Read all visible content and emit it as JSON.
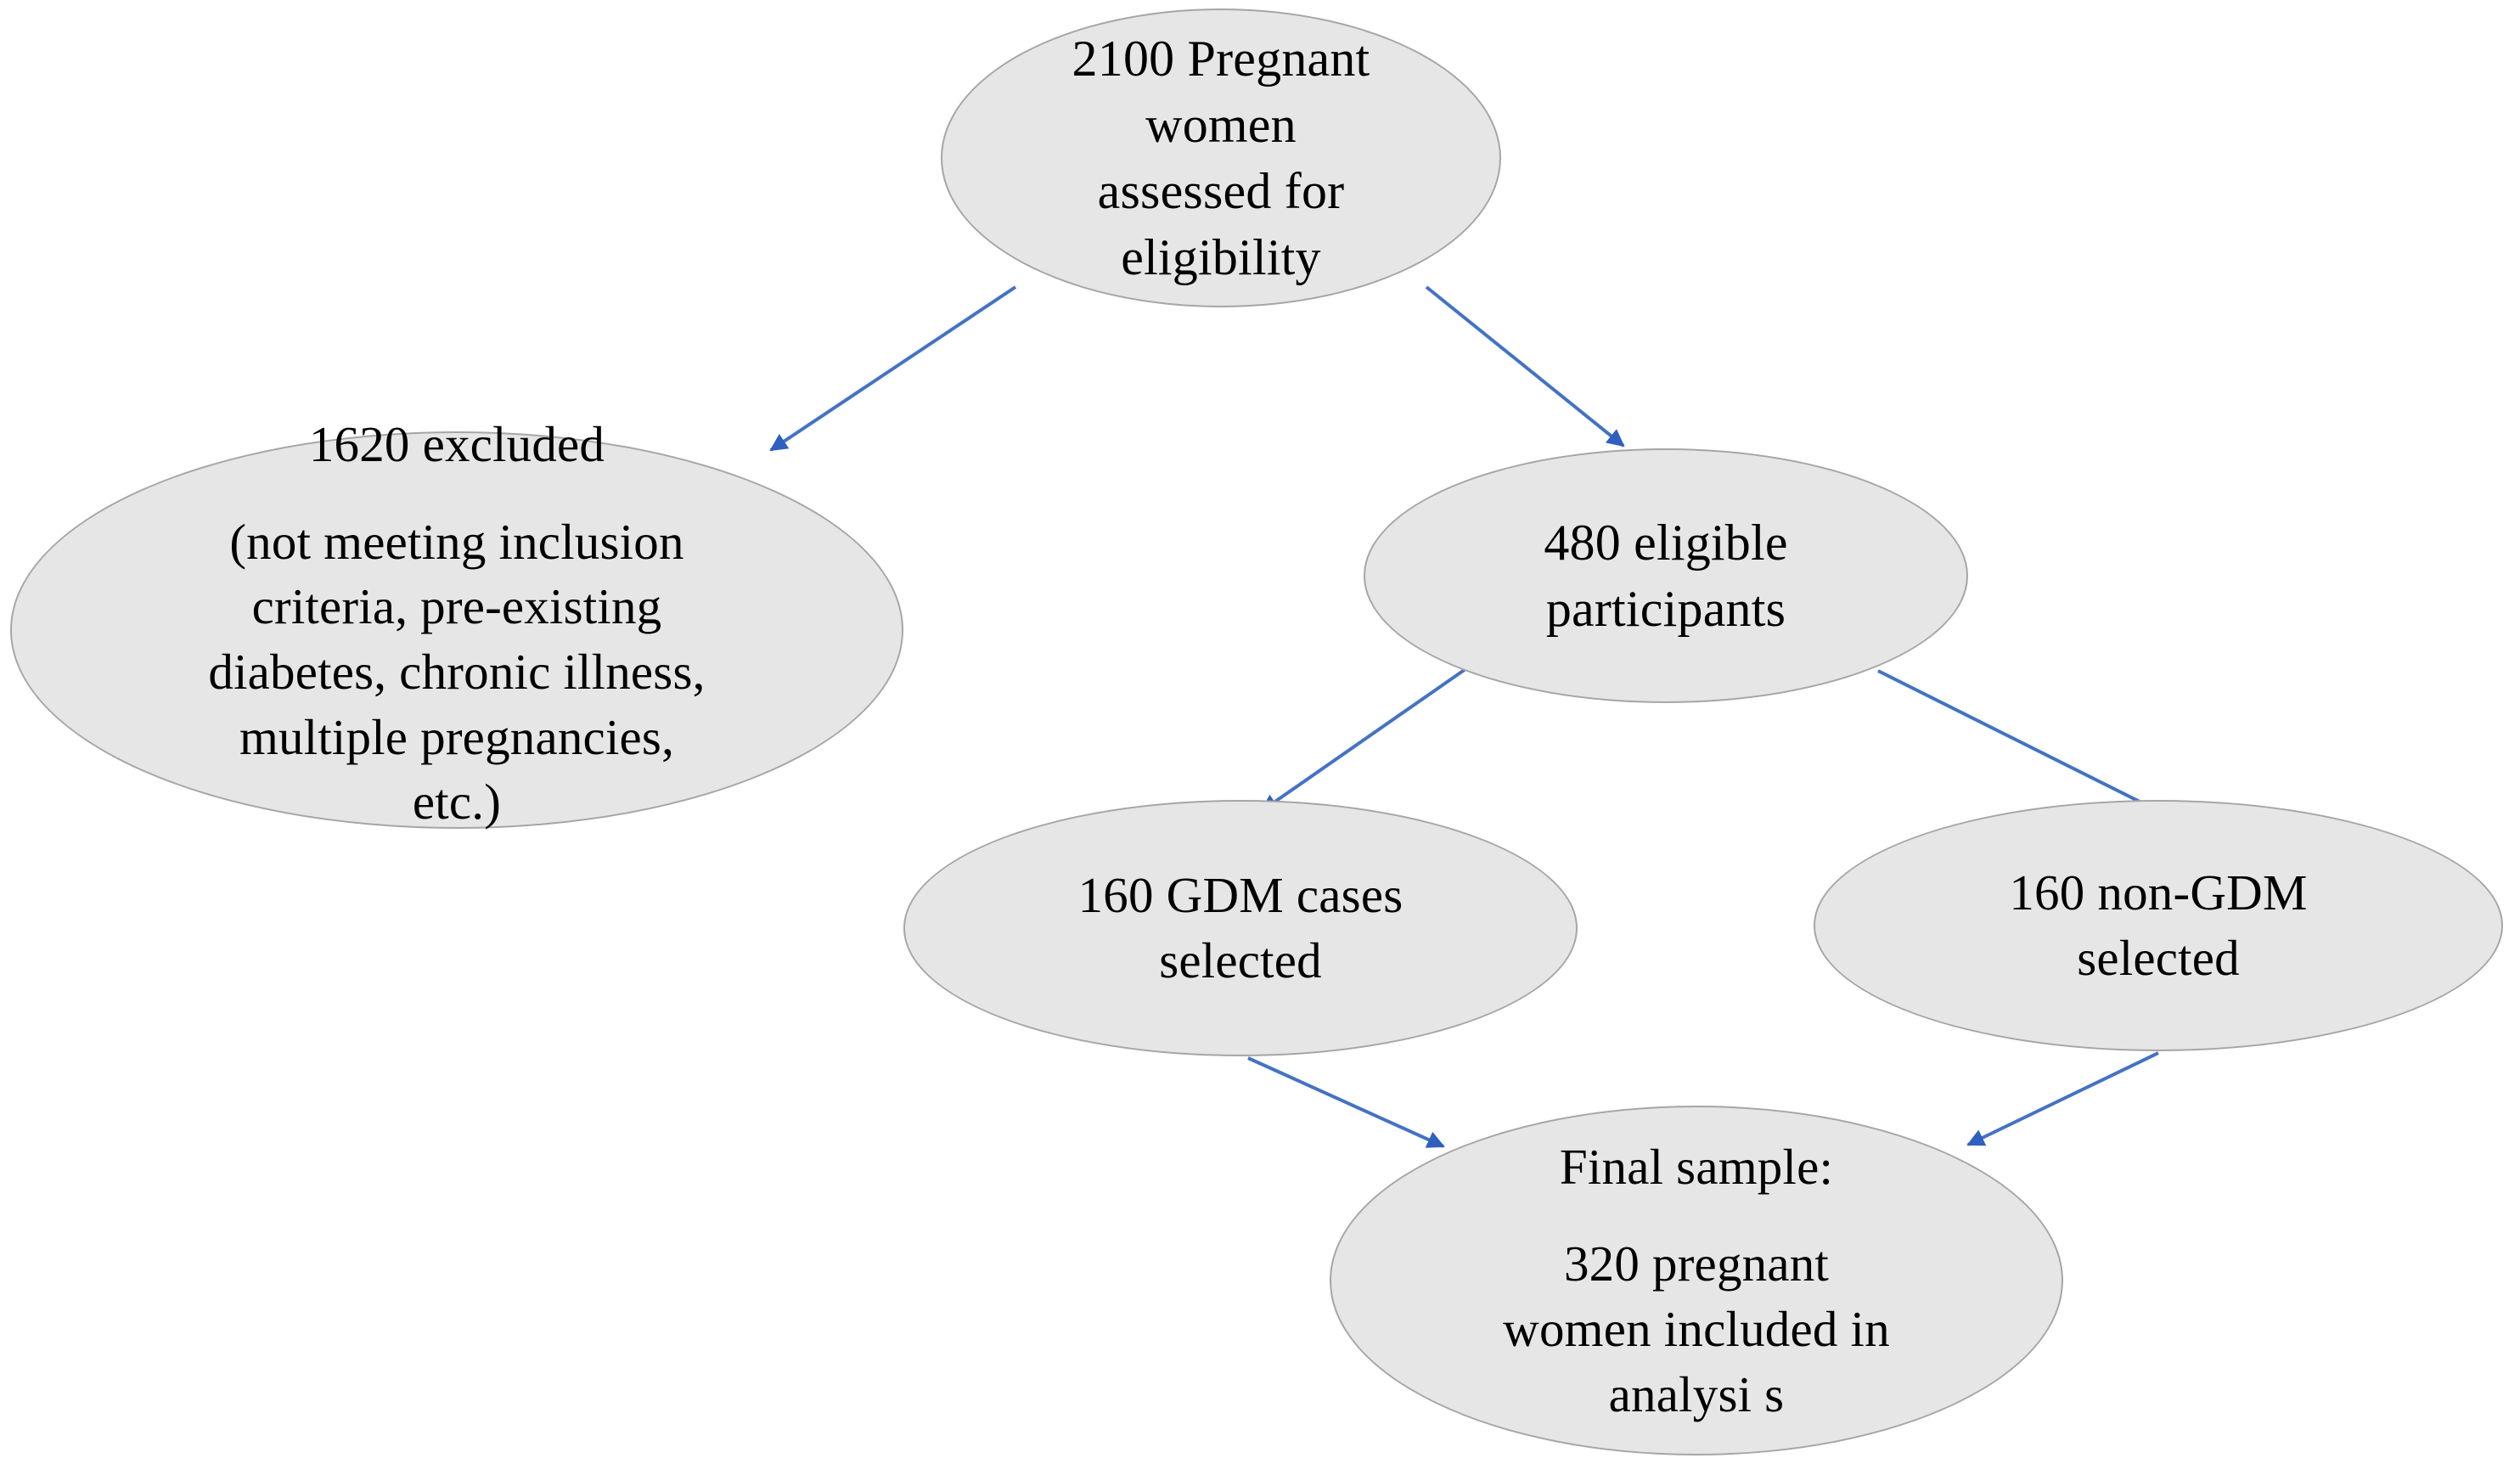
{
  "diagram": {
    "title": "Participant flow diagram",
    "type": "flowchart",
    "background_color": "#FFFFFF",
    "node_fill_color": "#E7E6E6",
    "node_border_color": "#A6A6A6",
    "connector_color": "#4472C4",
    "text_color": "#000000"
  },
  "nodes": {
    "assessed": {
      "id": "assessed",
      "text": "2100 Pregnant\nwomen\nassessed for\neligibility",
      "count": 2100,
      "label": "Pregnant women assessed for eligibility"
    },
    "excluded": {
      "id": "excluded",
      "headline": "1620 excluded",
      "detail": "(not meeting inclusion\ncriteria, pre-existing\ndiabetes, chronic illness,\nmultiple pregnancies,\netc.)",
      "count": 1620,
      "label": "Excluded"
    },
    "eligible": {
      "id": "eligible",
      "text": "480 eligible\nparticipants",
      "count": 480,
      "label": "Eligible participants"
    },
    "gdm": {
      "id": "gdm",
      "text": "160 GDM cases\nselected",
      "count": 160,
      "label": "GDM cases selected"
    },
    "nongdm": {
      "id": "nongdm",
      "text": "160 non-GDM\nselected",
      "count": 160,
      "label": "non-GDM selected"
    },
    "final": {
      "id": "final",
      "headline": "Final sample:",
      "detail": "320 pregnant\nwomen included in\nanalysi s",
      "count": 320,
      "label": "Final sample included in analysis"
    }
  },
  "edges": [
    {
      "id": "assessed-to-excluded",
      "from": "assessed",
      "to": "excluded",
      "label": ""
    },
    {
      "id": "assessed-to-eligible",
      "from": "assessed",
      "to": "eligible",
      "label": ""
    },
    {
      "id": "eligible-to-gdm",
      "from": "eligible",
      "to": "gdm",
      "label": ""
    },
    {
      "id": "eligible-to-nongdm",
      "from": "eligible",
      "to": "nongdm",
      "label": ""
    },
    {
      "id": "gdm-to-final",
      "from": "gdm",
      "to": "final",
      "label": ""
    },
    {
      "id": "nongdm-to-final",
      "from": "nongdm",
      "to": "final",
      "label": ""
    }
  ]
}
